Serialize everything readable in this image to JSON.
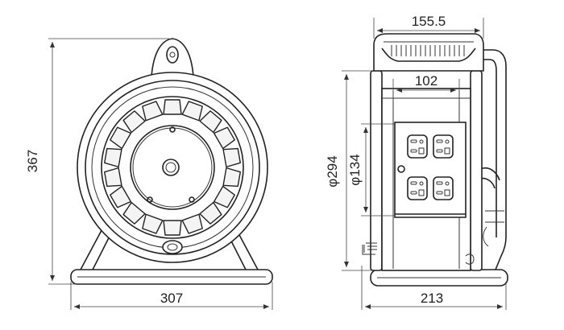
{
  "dimensions": {
    "front_height": "367",
    "front_width": "307",
    "side_top_width": "155.5",
    "side_inner_width": "102",
    "side_drum_diameter": "φ294",
    "side_hub_diameter": "φ134",
    "side_base_width": "213"
  }
}
